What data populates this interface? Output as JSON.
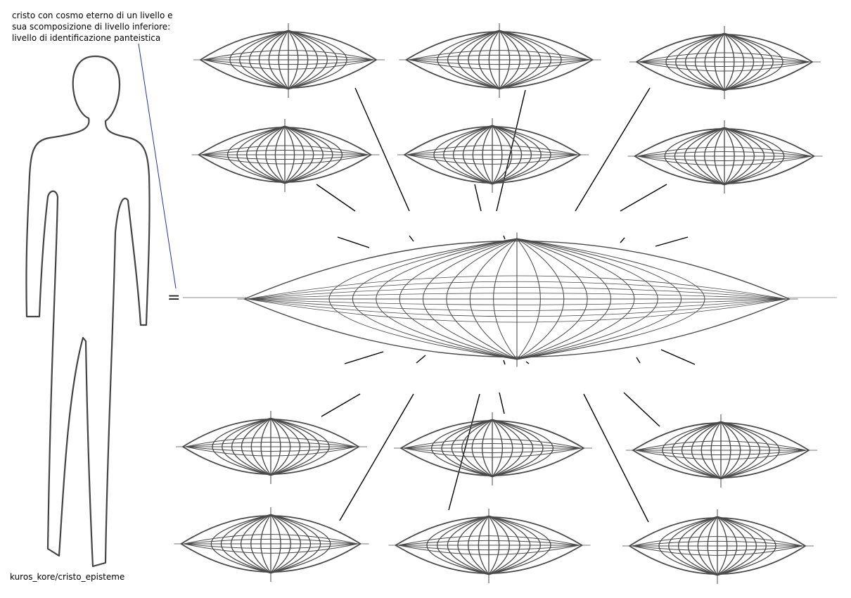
{
  "caption": {
    "line1": "cristo con cosmo eterno di un livello e",
    "line2": "sua scomposizione di livello inferiore:",
    "line3": "livello di identificazione panteistica"
  },
  "equals_sign": "=",
  "credit": "kuros_kore/cristo_episteme",
  "figure": "human-outline",
  "central_cosmos": "large-spindle-sphere",
  "sub_cosmos_count": 12,
  "colors": {
    "ink": "#333333",
    "lines": "#000000",
    "pointer": "#2233aa",
    "background": "#ffffff"
  }
}
